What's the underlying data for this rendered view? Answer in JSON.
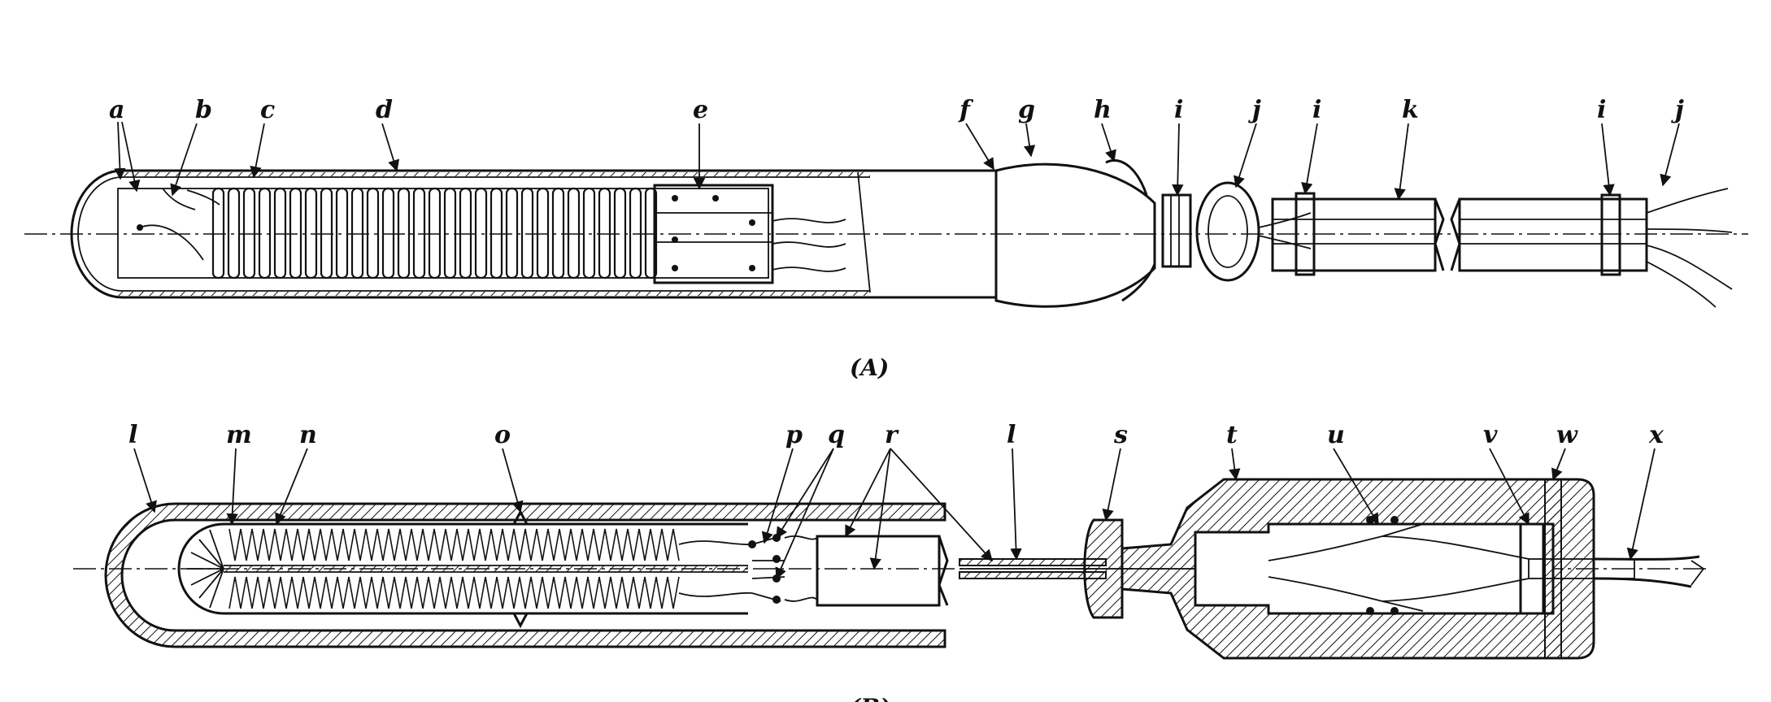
{
  "figure_a": {
    "caption": "(A)",
    "labels": {
      "a": "a",
      "b": "b",
      "c": "c",
      "d": "d",
      "e": "e",
      "f": "f",
      "g": "g",
      "h": "h",
      "i1": "i",
      "j1": "j",
      "i2": "i",
      "k": "k",
      "i3": "i",
      "j2": "j"
    }
  },
  "figure_b": {
    "caption": "(B)",
    "labels": {
      "l1": "l",
      "m": "m",
      "n": "n",
      "o": "o",
      "p": "p",
      "q": "q",
      "r": "r",
      "l2": "l",
      "s": "s",
      "t": "t",
      "u": "u",
      "v": "v",
      "w": "w",
      "x": "x"
    }
  },
  "colors": {
    "ink": "#111111",
    "paper": "#ffffff"
  }
}
